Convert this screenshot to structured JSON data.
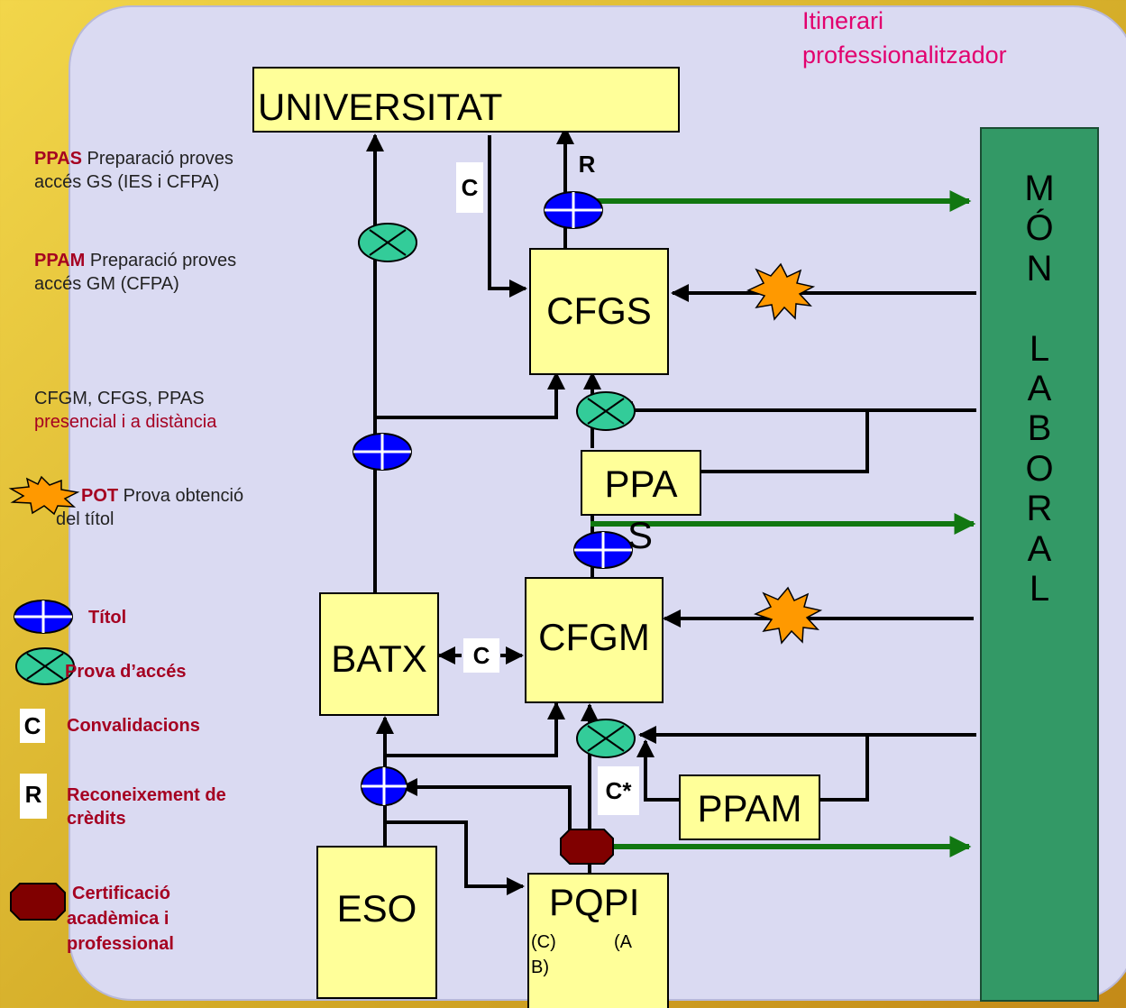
{
  "header": {
    "itinerary_line1": "Itinerari",
    "itinerary_line2": "professionalitzador"
  },
  "boxes": {
    "universitat": "UNIVERSITAT",
    "cfgs": "CFGS",
    "ppas_top": "PPA",
    "ppas_bottom": "S",
    "cfgm": "CFGM",
    "batx": "BATX",
    "ppam": "PPAM",
    "eso": "ESO",
    "pqpi": "PQPI",
    "pqpi_c": "(C)",
    "pqpi_ab_top": "(A",
    "pqpi_ab_bottom": "B)"
  },
  "mon_laboral": [
    "M",
    "Ó",
    "N",
    "",
    "L",
    "A",
    "B",
    "O",
    "R",
    "A",
    "L"
  ],
  "tags": {
    "c_univ": "C",
    "r_univ": "R",
    "c_batx_cfgm": "C",
    "c_star": "C*"
  },
  "notes": {
    "ppas_abbr": "PPAS",
    "ppas_text1": " Preparació proves",
    "ppas_text2": "accés GS (IES i CFPA)",
    "ppam_abbr": "PPAM",
    "ppam_text1": " Preparació proves",
    "ppam_text2": "accés GM (CFPA)",
    "modes_line1": "CFGM, CFGS, PPAS",
    "modes_line2": "presencial i a distància",
    "pot_abbr": "POT",
    "pot_text1": " Prova obtenció",
    "pot_text2": "del títol"
  },
  "legend": {
    "titol": "Títol",
    "prova": "Prova d’accés",
    "c_key": "C",
    "c_label": "Convalidacions",
    "r_key": "R",
    "r_label1": "Reconeixement de",
    "r_label2": "crèdits",
    "cert1": "Certificació",
    "cert2": "acadèmica i",
    "cert3": "professional"
  },
  "colors": {
    "title_symbol": "#0000ff",
    "access_symbol": "#33cc99",
    "pot_burst": "#ff9900",
    "certificate": "#800000",
    "laboral_bar": "#339966",
    "green_arrow": "#117711",
    "legend_text": "#a50021",
    "itinerary_text": "#e2006e"
  }
}
